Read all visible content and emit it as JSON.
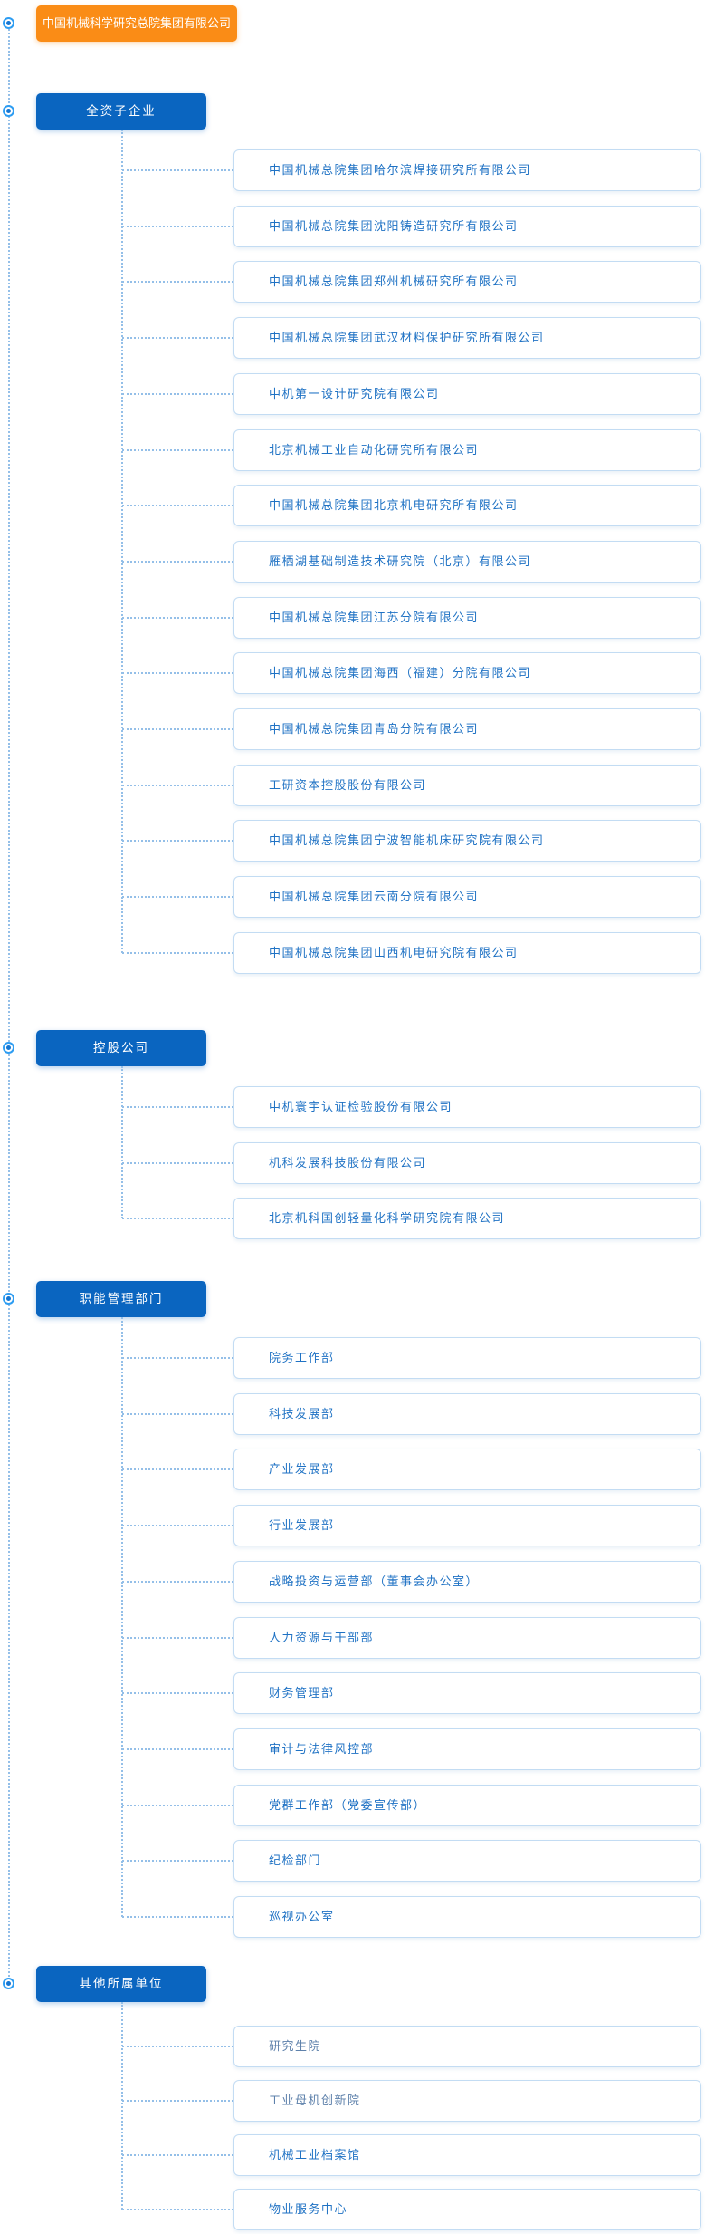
{
  "root": {
    "title": "中国机械科学研究总院集团有限公司"
  },
  "sections": [
    {
      "label": "全资子企业",
      "items": [
        {
          "label": "中国机械总院集团哈尔滨焊接研究所有限公司"
        },
        {
          "label": "中国机械总院集团沈阳铸造研究所有限公司"
        },
        {
          "label": "中国机械总院集团郑州机械研究所有限公司"
        },
        {
          "label": "中国机械总院集团武汉材料保护研究所有限公司"
        },
        {
          "label": "中机第一设计研究院有限公司"
        },
        {
          "label": "北京机械工业自动化研究所有限公司"
        },
        {
          "label": "中国机械总院集团北京机电研究所有限公司"
        },
        {
          "label": "雁栖湖基础制造技术研究院（北京）有限公司"
        },
        {
          "label": "中国机械总院集团江苏分院有限公司"
        },
        {
          "label": "中国机械总院集团海西（福建）分院有限公司"
        },
        {
          "label": "中国机械总院集团青岛分院有限公司"
        },
        {
          "label": "工研资本控股股份有限公司"
        },
        {
          "label": "中国机械总院集团宁波智能机床研究院有限公司"
        },
        {
          "label": "中国机械总院集团云南分院有限公司"
        },
        {
          "label": "中国机械总院集团山西机电研究院有限公司"
        }
      ]
    },
    {
      "label": "控股公司",
      "items": [
        {
          "label": "中机寰宇认证检验股份有限公司"
        },
        {
          "label": "机科发展科技股份有限公司"
        },
        {
          "label": "北京机科国创轻量化科学研究院有限公司"
        }
      ]
    },
    {
      "label": "职能管理部门",
      "items": [
        {
          "label": "院务工作部"
        },
        {
          "label": "科技发展部"
        },
        {
          "label": "产业发展部"
        },
        {
          "label": "行业发展部"
        },
        {
          "label": "战略投资与运营部（董事会办公室）"
        },
        {
          "label": "人力资源与干部部"
        },
        {
          "label": "财务管理部"
        },
        {
          "label": "审计与法律风控部"
        },
        {
          "label": "党群工作部（党委宣传部）"
        },
        {
          "label": "纪检部门"
        },
        {
          "label": "巡视办公室"
        }
      ]
    },
    {
      "label": "其他所属单位",
      "items": [
        {
          "label": "研究生院",
          "tone": "muted"
        },
        {
          "label": "工业母机创新院",
          "tone": "muted"
        },
        {
          "label": "机械工业档案馆"
        },
        {
          "label": "物业服务中心"
        }
      ]
    }
  ],
  "colors": {
    "orange": "#FA8C16",
    "blue": "#0A65C0",
    "itemText": "#1F72C4",
    "mutedText": "#5E81AB",
    "border": "#C3DCF3",
    "dots": "#94BFE8",
    "ring": "#2E9DF2",
    "bdot": "#1576D2"
  }
}
